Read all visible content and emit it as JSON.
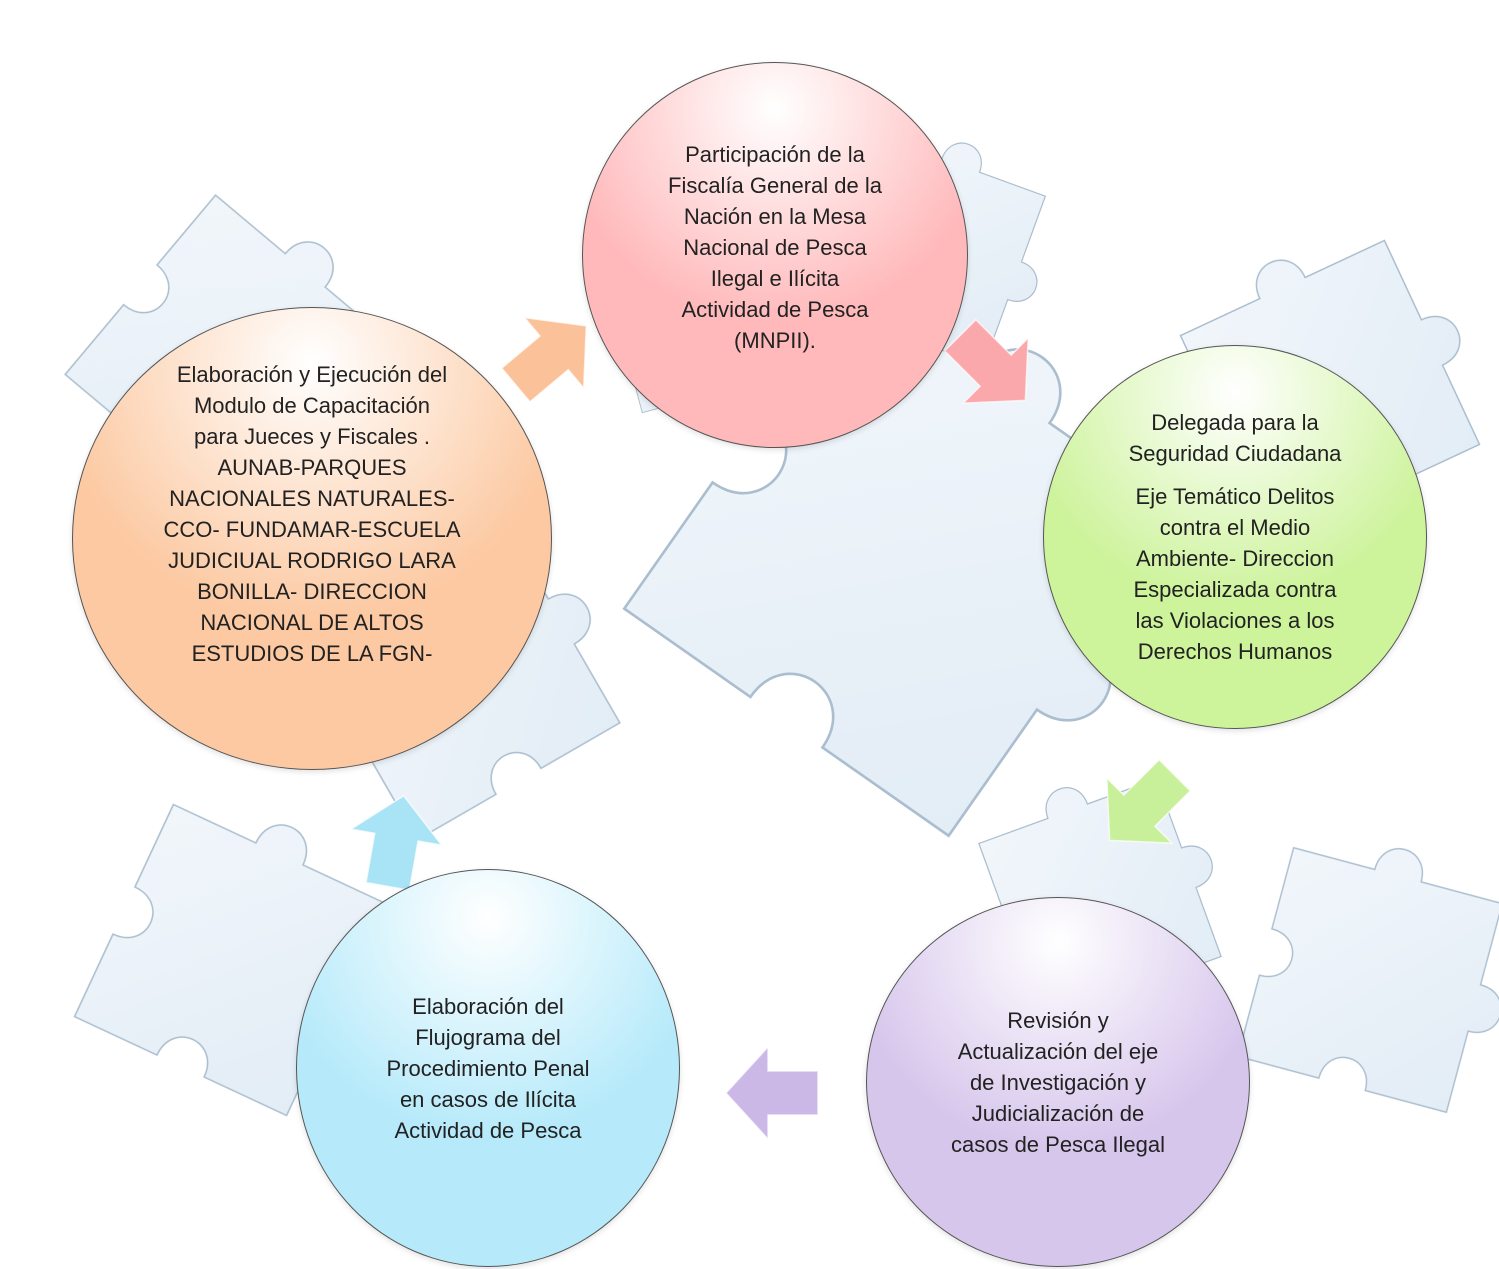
{
  "diagram": {
    "nodes": [
      {
        "text": "Participación de la\nFiscalía General de la\nNación en la Mesa\nNacional de Pesca\nIlegal e Ilícita\nActividad de Pesca\n(MNPII).",
        "color": "#ffb9bb"
      },
      {
        "text": "Delegada para la\nSeguridad Ciudadana",
        "subtext": "Eje Temático Delitos\ncontra el Medio\nAmbiente- Direccion\nEspecializada contra\nlas Violaciones a los\nDerechos Humanos",
        "color": "#cdf39b"
      },
      {
        "text": "Revisión y\nActualización del eje\nde Investigación y\nJudicialización de\ncasos de Pesca Ilegal",
        "color": "#d7c6ec"
      },
      {
        "text": "Elaboración del\nFlujograma del\nProcedimiento Penal\nen casos de Ilícita\nActividad de Pesca",
        "color": "#b6eafa"
      },
      {
        "text": "Elaboración y Ejecución del\nModulo de Capacitación\npara Jueces y Fiscales .\nAUNAB-PARQUES\nNACIONALES NATURALES-\nCCO- FUNDAMAR-ESCUELA\nJUDICIUAL RODRIGO LARA\nBONILLA- DIRECCION\nNACIONAL DE ALTOS\nESTUDIOS DE LA FGN-",
        "color": "#fcc9a2"
      }
    ],
    "arrow_colors": [
      "#fba8ac",
      "#c8f09a",
      "#cbb8e6",
      "#a8e4f6",
      "#fbc29a"
    ],
    "background_color": "#dfeaf4"
  }
}
